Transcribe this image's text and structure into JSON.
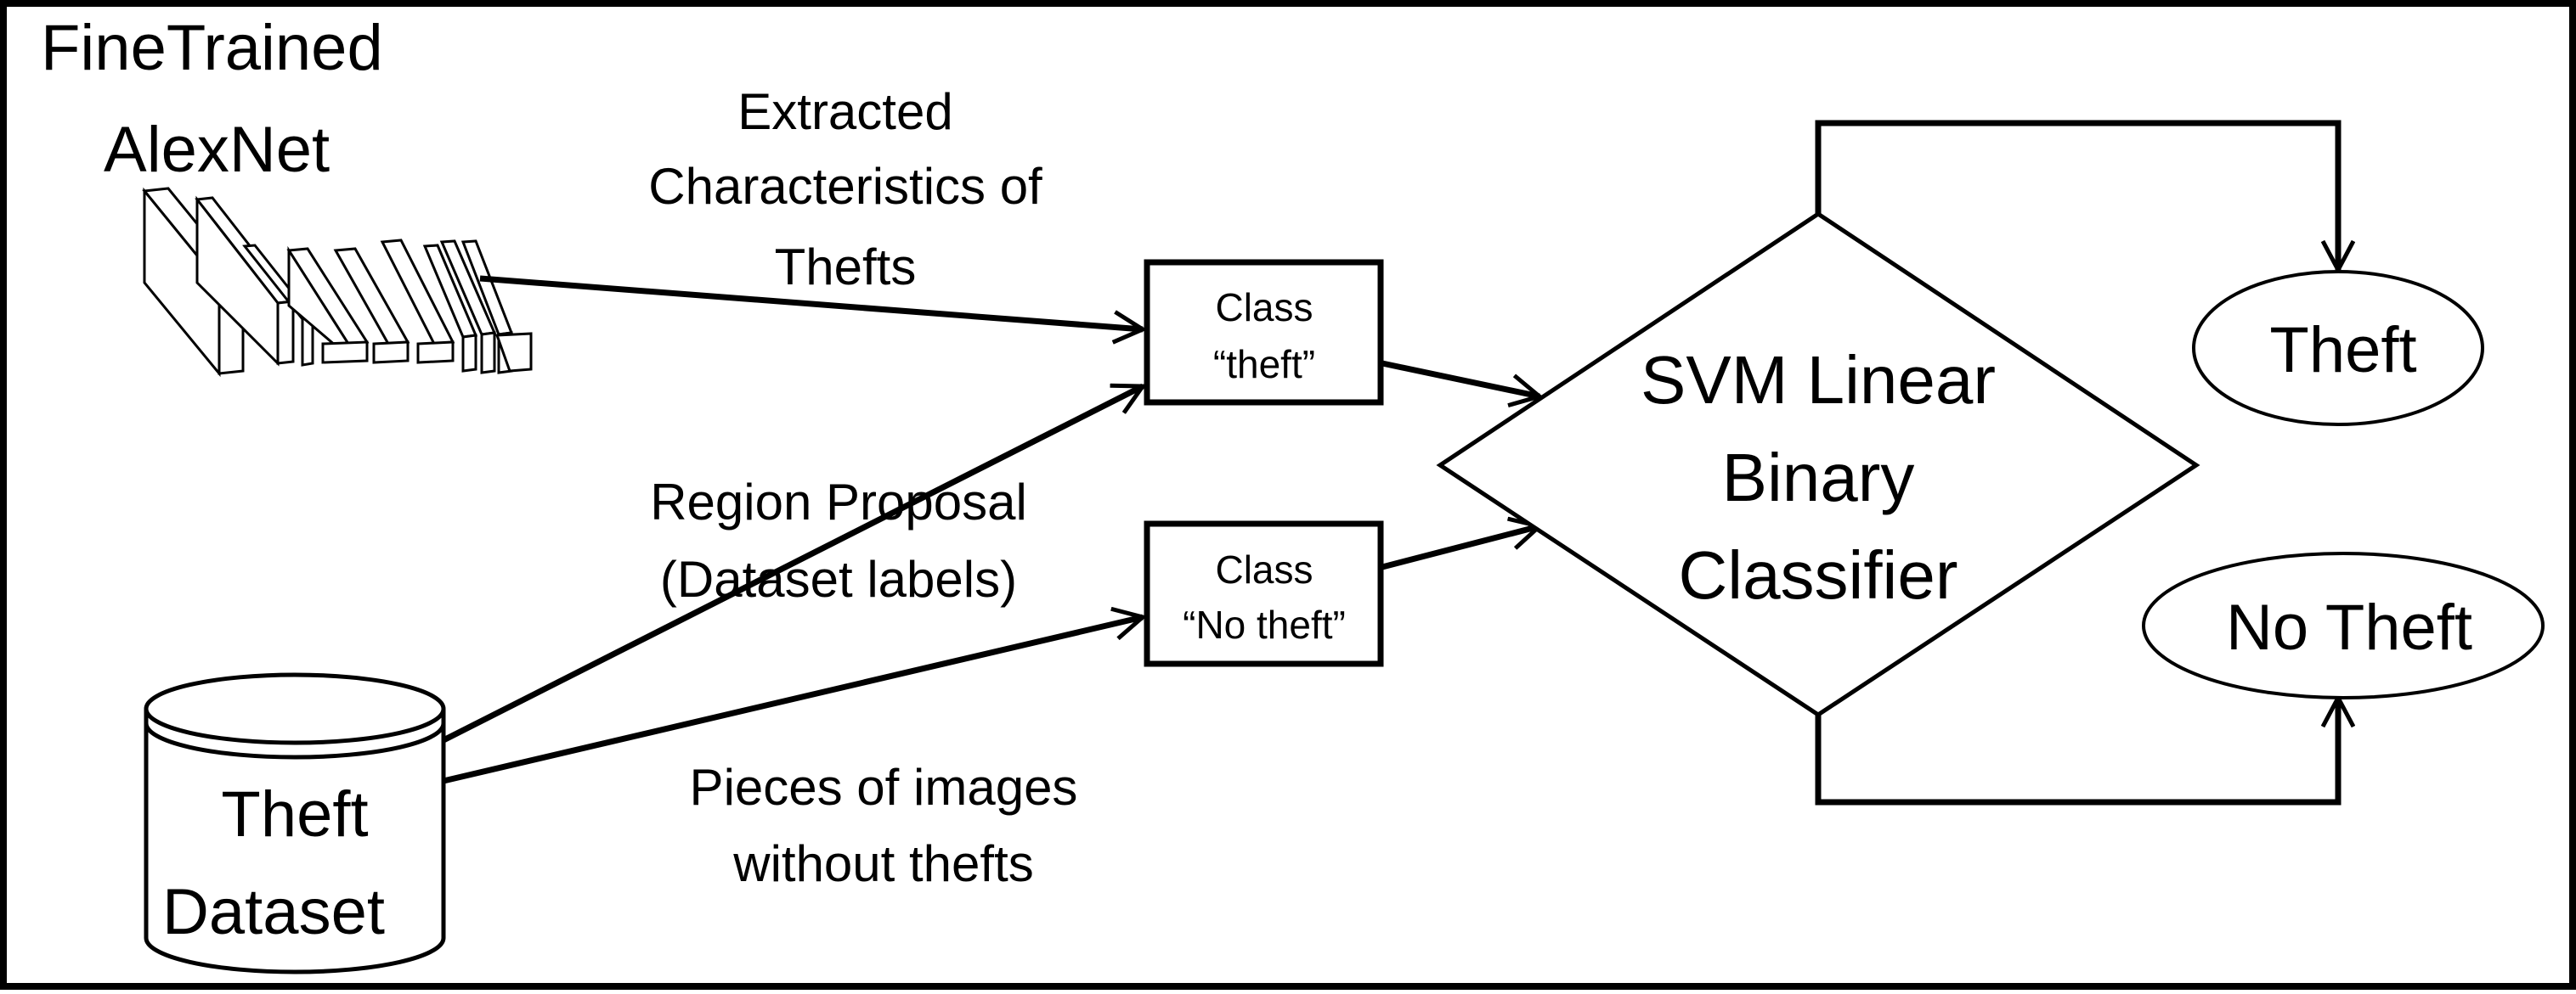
{
  "diagram": {
    "alexnet_title": [
      "FineTrained",
      "AlexNet"
    ],
    "extracted_label": [
      "Extracted",
      "Characteristics of",
      "Thefts"
    ],
    "region_label": [
      "Region Proposal",
      "(Dataset labels)"
    ],
    "pieces_label": [
      "Pieces of images",
      "without thefts"
    ],
    "dataset_label": [
      "Theft",
      "Dataset"
    ],
    "class_theft": [
      "Class",
      "“theft”"
    ],
    "class_no_theft": [
      "Class",
      "“No theft”"
    ],
    "classifier_label": [
      "SVM Linear",
      "Binary",
      "Classifier"
    ],
    "output_theft": "Theft",
    "output_no_theft": "No Theft"
  }
}
